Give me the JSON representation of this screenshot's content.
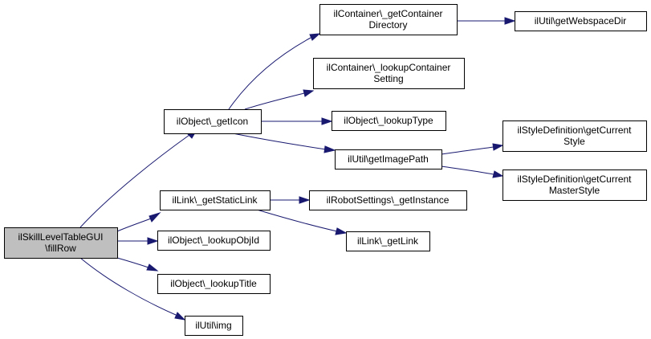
{
  "graph": {
    "colors": {
      "edge": "#191970",
      "root_fill": "#bfbfbf",
      "node_fill": "#ffffff",
      "border": "#000000"
    },
    "nodes": {
      "fillrow": [
        "ilSkillLevelTableGUI",
        "\\fillRow"
      ],
      "geticon": [
        "ilObject\\_getIcon"
      ],
      "getcontainerdirectory": [
        "ilContainer\\_getContainer",
        "Directory"
      ],
      "getwebspacedir": [
        "ilUtil\\getWebspaceDir"
      ],
      "lookupcontainersetting": [
        "ilContainer\\_lookupContainer",
        "Setting"
      ],
      "lookuptype": [
        "ilObject\\_lookupType"
      ],
      "getimagepath": [
        "ilUtil\\getImagePath"
      ],
      "getcurrentstyle": [
        "ilStyleDefinition\\getCurrent",
        "Style"
      ],
      "getcurrentmasterstyle": [
        "ilStyleDefinition\\getCurrent",
        "MasterStyle"
      ],
      "getstaticlink": [
        "ilLink\\_getStaticLink"
      ],
      "getinstance": [
        "ilRobotSettings\\_getInstance"
      ],
      "getlink": [
        "ilLink\\_getLink"
      ],
      "lookupobjid": [
        "ilObject\\_lookupObjId"
      ],
      "lookuptitle": [
        "ilObject\\_lookupTitle"
      ],
      "img": [
        "ilUtil\\img"
      ]
    },
    "edges": [
      [
        "fillrow",
        "geticon"
      ],
      [
        "fillrow",
        "getstaticlink"
      ],
      [
        "fillrow",
        "lookupobjid"
      ],
      [
        "fillrow",
        "lookuptitle"
      ],
      [
        "fillrow",
        "img"
      ],
      [
        "geticon",
        "getcontainerdirectory"
      ],
      [
        "geticon",
        "lookupcontainersetting"
      ],
      [
        "geticon",
        "lookuptype"
      ],
      [
        "geticon",
        "getimagepath"
      ],
      [
        "getcontainerdirectory",
        "getwebspacedir"
      ],
      [
        "getimagepath",
        "getcurrentstyle"
      ],
      [
        "getimagepath",
        "getcurrentmasterstyle"
      ],
      [
        "getstaticlink",
        "getinstance"
      ],
      [
        "getstaticlink",
        "getlink"
      ]
    ]
  }
}
